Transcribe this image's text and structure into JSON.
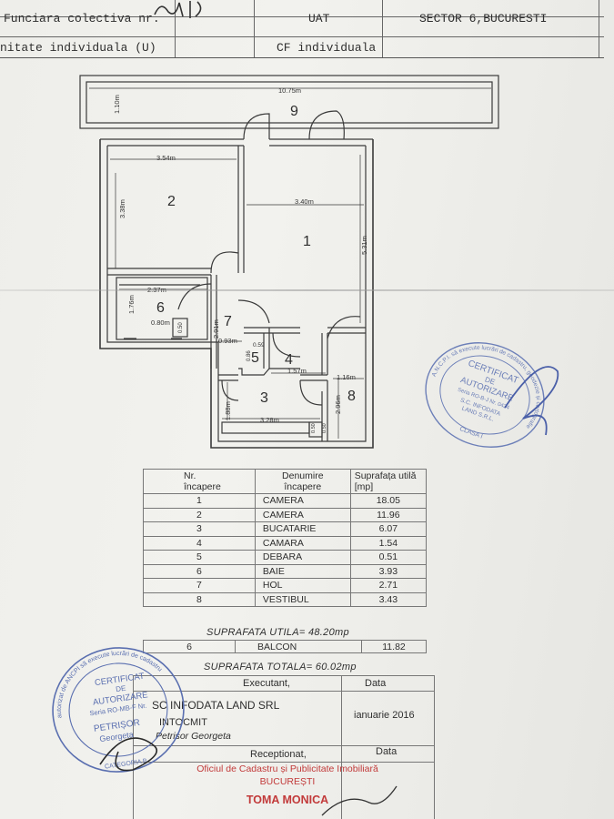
{
  "header": {
    "row1": {
      "left": "Funciara colectiva nr.",
      "middle": "UAT",
      "right": "SECTOR 6,BUCURESTI"
    },
    "row2": {
      "left": "nitate individuala (U)",
      "middle": "CF individuala"
    }
  },
  "plan": {
    "dimensions": {
      "d_10_75": "10.75m",
      "d_1_10": "1.10m",
      "d_3_54": "3.54m",
      "d_3_38": "3.38m",
      "d_3_40": "3.40m",
      "d_5_31": "5.31m",
      "d_2_37": "2.37m",
      "d_1_76": "1.76m",
      "d_0_80": "0.80m",
      "d_0_50a": "0.50",
      "d_2_91": "2.91m",
      "d_0_93": "0.93m",
      "d_0_59": "0.59",
      "d_0_86": "0.86",
      "d_1_57": "1.57m",
      "d_1_16": "1.16m",
      "d_1_88": "1.88m",
      "d_3_28": "3.28m",
      "d_2_96": "2.96m",
      "d_0_50b": "0.50",
      "d_0_50c": "0.50"
    },
    "rooms": {
      "r1": "1",
      "r2": "2",
      "r3": "3",
      "r4": "4",
      "r5": "5",
      "r6": "6",
      "r7": "7",
      "r8": "8",
      "r9": "9"
    }
  },
  "table": {
    "headers": {
      "nr": "Nr.\nîncapere",
      "name": "Denumire\nîncapere",
      "area": "Suprafața utilă\n[mp]"
    },
    "rows": [
      {
        "nr": "1",
        "name": "CAMERA",
        "area": "18.05"
      },
      {
        "nr": "2",
        "name": "CAMERA",
        "area": "11.96"
      },
      {
        "nr": "3",
        "name": "BUCATARIE",
        "area": "6.07"
      },
      {
        "nr": "4",
        "name": "CAMARA",
        "area": "1.54"
      },
      {
        "nr": "5",
        "name": "DEBARA",
        "area": "0.51"
      },
      {
        "nr": "6",
        "name": "BAIE",
        "area": "3.93"
      },
      {
        "nr": "7",
        "name": "HOL",
        "area": "2.71"
      },
      {
        "nr": "8",
        "name": "VESTIBUL",
        "area": "3.43"
      }
    ]
  },
  "totals": {
    "utila": "SUPRAFATA UTILA= 48.20mp",
    "balcon": {
      "nr": "6",
      "name": "BALCON",
      "area": "11.82"
    },
    "totala": "SUPRAFATA TOTALA= 60.02mp"
  },
  "signature": {
    "executant_label": "Executant,",
    "data_label": "Data",
    "company": "SC INFODATA LAND SRL",
    "intocmit": "INTOCMIT",
    "person": "Petrisor Georgeta",
    "date": "ianuarie 2016",
    "receptionat_label": "Receptionat,",
    "data_label2": "Data",
    "ocpi_line1": "Oficiul de Cadastru și Publicitate Imobiliară",
    "ocpi_line2": "BUCUREȘTI",
    "ocpi_name": "TOMA MONICA"
  },
  "stamps": {
    "right": {
      "ring_text": "A.N.C.P.I. să execute lucrări de cadastru, geodezie și cartografie",
      "line1": "CERTIFICAT",
      "line2": "DE",
      "line3": "AUTORIZARE",
      "line4": "Seria RO-B-J Nr. 0434",
      "line5": "S.C. INFODATA",
      "line6": "LAND S.R.L.",
      "line7": "CLASA I"
    },
    "left": {
      "ring_text": "autorizat de ANCPI să execute lucrări de cadastru",
      "line1": "CERTIFICAT",
      "line2": "DE",
      "line3": "AUTORIZARE",
      "line4": "Seria RO-MB-F Nr.",
      "line5": "PETRIȘOR",
      "line6": "Georgeta",
      "line7": "CATEGORIA B"
    }
  },
  "colors": {
    "ink": "#2e2e2e",
    "stamp_blue": "#5a6fb0",
    "ocpi_red": "#c23a3a"
  }
}
